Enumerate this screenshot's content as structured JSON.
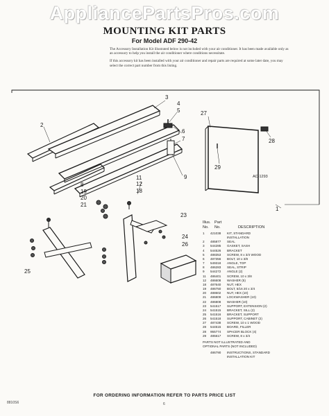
{
  "watermark": "AppliancePartsPros.com",
  "title": "MOUNTING KIT PARTS",
  "subtitle": "For Model ADF 290-42",
  "intro": [
    "The Accessory Installation Kit illustrated below is not included with your air conditioner. It has been made available only as an accessory to help you install the air conditioner where conditions necessitate.",
    "If this accessory kit has been installed with your air conditioner and repair parts are required at some later date, you may select the correct part number from this listing."
  ],
  "diagram_ref": "AC-1293",
  "callouts": [
    "2",
    "3",
    "4",
    "5",
    "6",
    "7",
    "8",
    "9",
    "11",
    "12",
    "18",
    "19",
    "20",
    "21",
    "23",
    "24",
    "25",
    "26",
    "27",
    "28",
    "29",
    "1"
  ],
  "parts_header": {
    "illus": "Illus.",
    "part": "Part",
    "no": "No.",
    "no2": "No.",
    "description": "DESCRIPTION"
  },
  "parts": [
    {
      "no": "1",
      "pn": "421038",
      "desc": "KIT, STANDARD"
    },
    {
      "no": "",
      "pn": "",
      "desc": "INSTALLATION"
    },
    {
      "no": "2",
      "pn": "485877",
      "desc": "SEAL"
    },
    {
      "no": "3",
      "pn": "544285",
      "desc": "GASKET, SASH"
    },
    {
      "no": "4",
      "pn": "544526",
      "desc": "BRACKET"
    },
    {
      "no": "5",
      "pn": "488353",
      "desc": "SCREW, 8 x 3/4 WOOD"
    },
    {
      "no": "6",
      "pn": "487356",
      "desc": "BOLT, 10 x 3/8"
    },
    {
      "no": "7",
      "pn": "549318",
      "desc": "ANGLE, TOP"
    },
    {
      "no": "8",
      "pn": "486283",
      "desc": "SEAL, STRIP"
    },
    {
      "no": "9",
      "pn": "544272",
      "desc": "ANGLE (2)"
    },
    {
      "no": "11",
      "pn": "486401",
      "desc": "SCREW, 10 x 3/8"
    },
    {
      "no": "12",
      "pn": "486608",
      "desc": "WASHER (5)"
    },
    {
      "no": "18",
      "pn": "487640",
      "desc": "NUT, HEX"
    },
    {
      "no": "19",
      "pn": "486750",
      "desc": "BOLT, 5/16 20 x 3/4"
    },
    {
      "no": "20",
      "pn": "488602",
      "desc": "NUT, HEX (10)"
    },
    {
      "no": "21",
      "pn": "486809",
      "desc": "LOCKWASHER (10)"
    },
    {
      "no": "22",
      "pn": "486808",
      "desc": "WASHER (10)"
    },
    {
      "no": "23",
      "pn": "541517",
      "desc": "SUPPORT, EXTENSION (2)"
    },
    {
      "no": "24",
      "pn": "541515",
      "desc": "BRACKET, SILL (2)"
    },
    {
      "no": "25",
      "pn": "541516",
      "desc": "BRACKET, SUPPORT"
    },
    {
      "no": "26",
      "pn": "541518",
      "desc": "SUPPORT, CABINET (2)"
    },
    {
      "no": "27",
      "pn": "487438",
      "desc": "SCREW, 10 x 1 WOOD"
    },
    {
      "no": "28",
      "pn": "544515",
      "desc": "BOARD, FILLER"
    },
    {
      "no": "28",
      "pn": "955774",
      "desc": "SPACER BLOCK (4)"
    },
    {
      "no": "29",
      "pn": "485617",
      "desc": "SCREW, 8 x 3/4"
    }
  ],
  "parts_note": [
    "PARTS NOT ILLUSTRATED AND",
    "OPTIONAL PARTS (NOT INCLUDED)"
  ],
  "extra_parts": [
    {
      "no": "",
      "pn": "486790",
      "desc": "INSTRUCTIONS, STANDARD"
    },
    {
      "no": "",
      "pn": "",
      "desc": "INSTALLATION KIT"
    }
  ],
  "footer": "FOR ORDERING INFORMATION REFER TO PARTS PRICE LIST",
  "doc_code": "8810S6",
  "page_number": "6"
}
